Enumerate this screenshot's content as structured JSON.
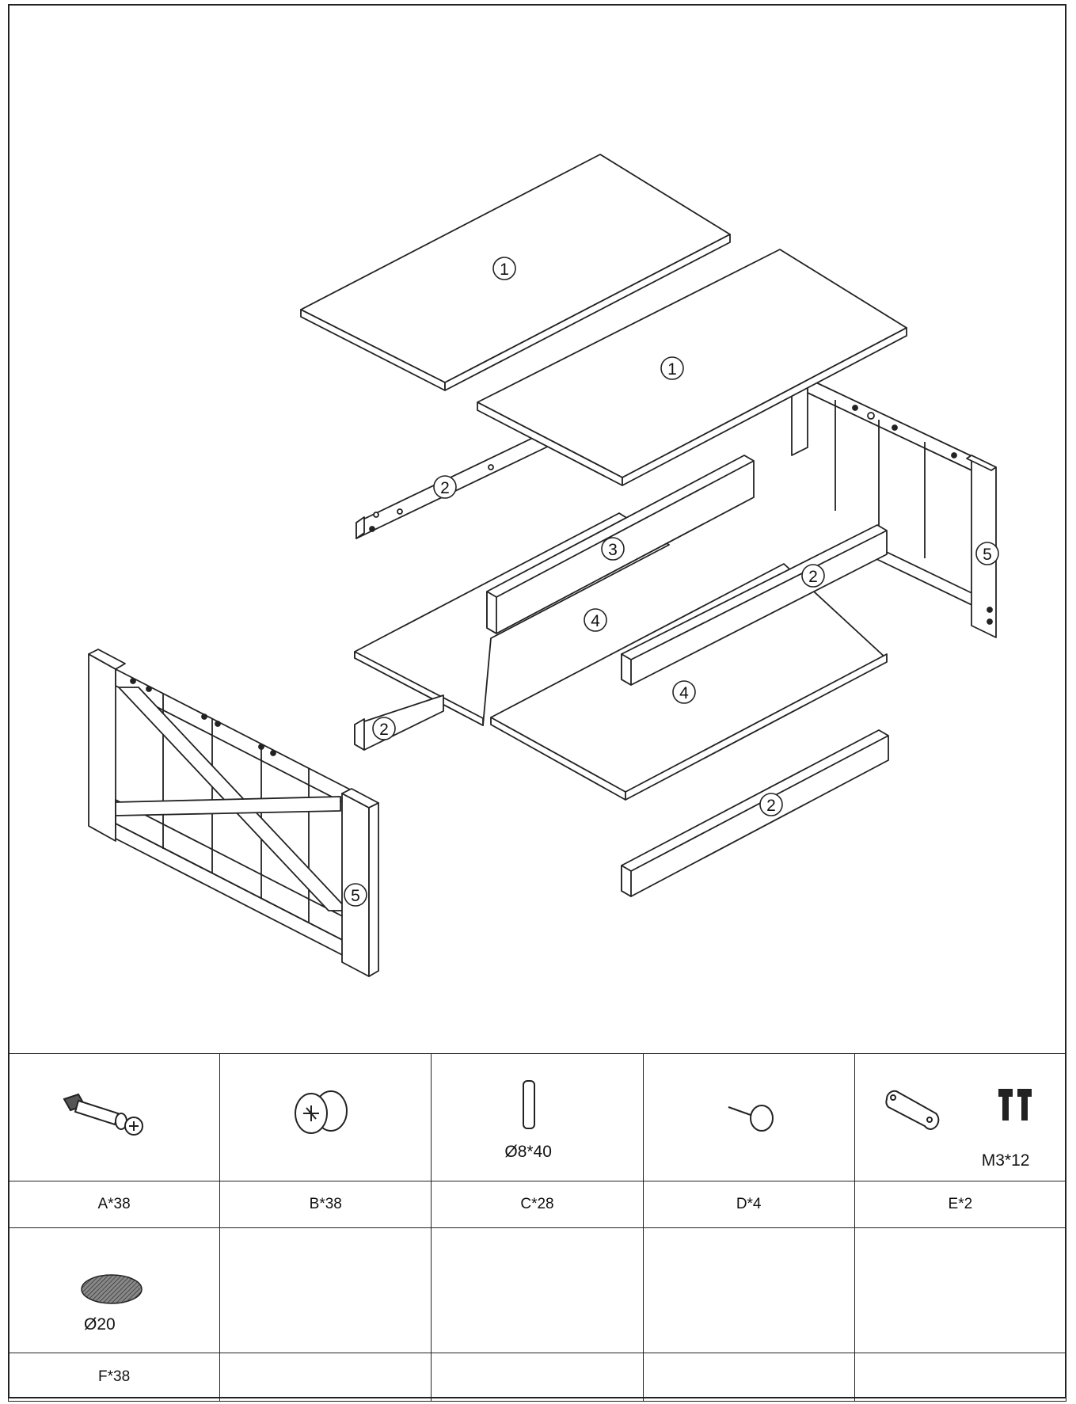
{
  "callouts": {
    "top_panel_a": "1",
    "top_panel_b": "1",
    "rail_back_top": "2",
    "rail_front_top": "2",
    "rail_left_bottom": "2",
    "rail_front_bottom": "2",
    "center_rail": "3",
    "shelf_a": "4",
    "shelf_b": "4",
    "side_frame_right": "5",
    "side_frame_left": "5"
  },
  "hardware": {
    "row1": [
      {
        "icon": "cam-bolt-icon",
        "spec": "",
        "qty": "A*38"
      },
      {
        "icon": "cam-lock-icon",
        "spec": "",
        "qty": "B*38"
      },
      {
        "icon": "wooden-dowel-icon",
        "spec": "Ø8*40",
        "qty": "C*28"
      },
      {
        "icon": "furniture-glide-nail-icon",
        "spec": "",
        "qty": "D*4"
      },
      {
        "icon": "connector-plate-and-screws-icon",
        "spec": "M3*12",
        "qty": "E*2"
      }
    ],
    "row2": [
      {
        "icon": "cover-cap-icon",
        "spec": "Ø20",
        "qty": "F*38"
      },
      {
        "icon": "",
        "spec": "",
        "qty": ""
      },
      {
        "icon": "",
        "spec": "",
        "qty": ""
      },
      {
        "icon": "",
        "spec": "",
        "qty": ""
      },
      {
        "icon": "",
        "spec": "",
        "qty": ""
      }
    ]
  }
}
